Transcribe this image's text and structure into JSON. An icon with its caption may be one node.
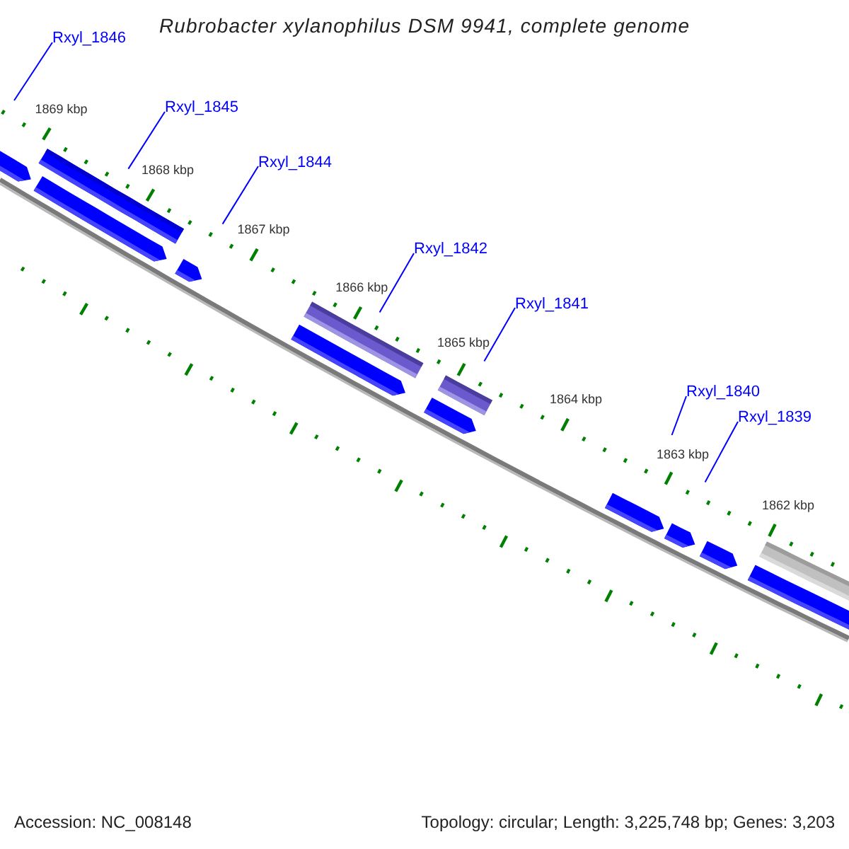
{
  "diagram": {
    "title": "Rubrobacter xylanophilus DSM 9941, complete genome",
    "nodes": [
      {
        "text": [
          "Rxyl_1846"
        ]
      },
      {
        "text": [
          "Rxyl_1845"
        ]
      },
      {
        "text": [
          "Rxyl_1844"
        ]
      },
      {
        "text": [
          "Rxyl_1842"
        ]
      },
      {
        "text": [
          "Rxyl_1841"
        ]
      },
      {
        "text": [
          "Rxyl_1840"
        ]
      },
      {
        "text": [
          "Rxyl_1839"
        ]
      }
    ],
    "edges": [
      {
        "from": 0,
        "to": null,
        "arrow": "none"
      },
      {
        "from": 1,
        "to": null,
        "arrow": "none"
      },
      {
        "from": 2,
        "to": null,
        "arrow": "none"
      },
      {
        "from": 3,
        "to": null,
        "arrow": "none"
      },
      {
        "from": 4,
        "to": null,
        "arrow": "none"
      },
      {
        "from": 5,
        "to": null,
        "arrow": "none"
      },
      {
        "from": 6,
        "to": null,
        "arrow": "none"
      }
    ],
    "labels": [
      "1869 kbp",
      "1868 kbp",
      "1867 kbp",
      "1866 kbp",
      "1865 kbp",
      "1864 kbp",
      "1863 kbp",
      "1862 kbp",
      "Accession: NC_008148",
      "Topology: circular; Length: 3,225,748 bp; Genes: 3,203"
    ]
  }
}
